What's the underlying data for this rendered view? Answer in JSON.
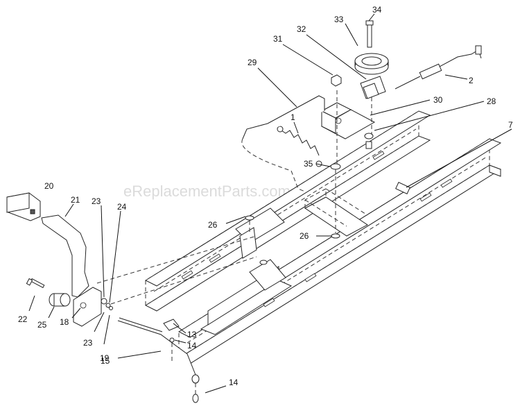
{
  "watermark": "eReplacementParts.com",
  "labels": {
    "l34": "34",
    "l33": "33",
    "l32": "32",
    "l31": "31",
    "l29": "29",
    "l2": "2",
    "l30": "30",
    "l28": "28",
    "l1": "1",
    "l7": "7",
    "l35": "35",
    "l20": "20",
    "l21": "21",
    "l23a": "23",
    "l24": "24",
    "l26a": "26",
    "l26b": "26",
    "l22": "22",
    "l25": "25",
    "l18": "18",
    "l23b": "23",
    "l19": "19",
    "l13": "13",
    "l14a": "14",
    "l15": "15",
    "l14b": "14"
  }
}
